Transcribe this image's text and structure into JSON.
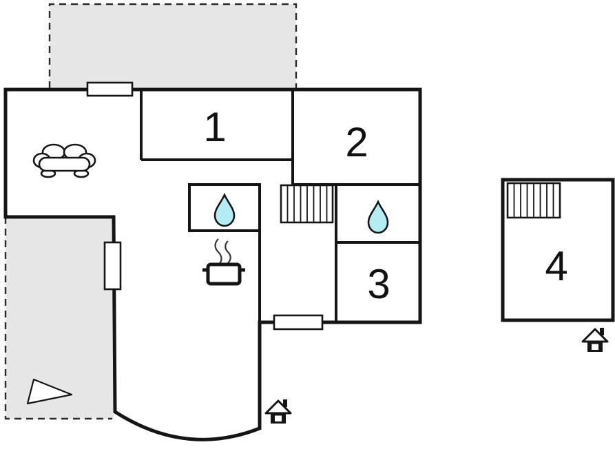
{
  "plan": {
    "type": "floor-plan",
    "rooms": [
      {
        "label": "1"
      },
      {
        "label": "2"
      },
      {
        "label": "3"
      },
      {
        "label": "4"
      }
    ],
    "colors": {
      "wall": "#151515",
      "terrace_fill": "#e6e6e6",
      "water_drop_fill": "#b4ecf4",
      "background": "#ffffff"
    },
    "icons": [
      "sofa-icon",
      "water-drop-icon",
      "stairs-icon",
      "stove-icon",
      "window-icon",
      "entrance-icon",
      "terrace-triangle-icon"
    ]
  }
}
